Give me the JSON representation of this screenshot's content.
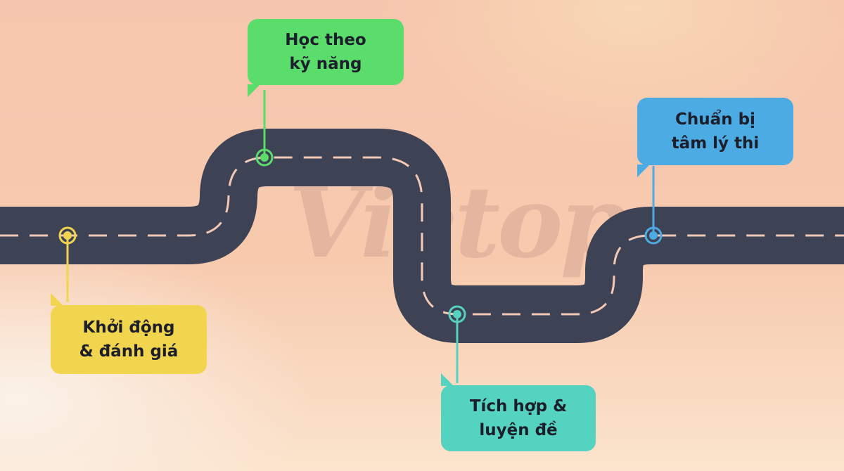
{
  "roadmap": {
    "steps": [
      {
        "id": "start",
        "lines": [
          "Khởi động",
          "& đánh giá"
        ],
        "color": "#f1d54f",
        "dot_color": "#f1d54f"
      },
      {
        "id": "skills",
        "lines": [
          "Học theo",
          "kỹ năng"
        ],
        "color": "#5bdd6c",
        "dot_color": "#5bdd6c"
      },
      {
        "id": "practice",
        "lines": [
          "Tích hợp &",
          "luyện đề"
        ],
        "color": "#55d3c1",
        "dot_color": "#55d3c1"
      },
      {
        "id": "mindset",
        "lines": [
          "Chuẩn bị",
          "tâm lý thi"
        ],
        "color": "#4cabe2",
        "dot_color": "#4cabe2"
      }
    ],
    "watermark": "Vietop"
  },
  "colors": {
    "road": "#3d4354",
    "lane": "#f2c8b6",
    "bg_top": "#f5c5ad",
    "bg_bottom": "#fbe4cf"
  }
}
